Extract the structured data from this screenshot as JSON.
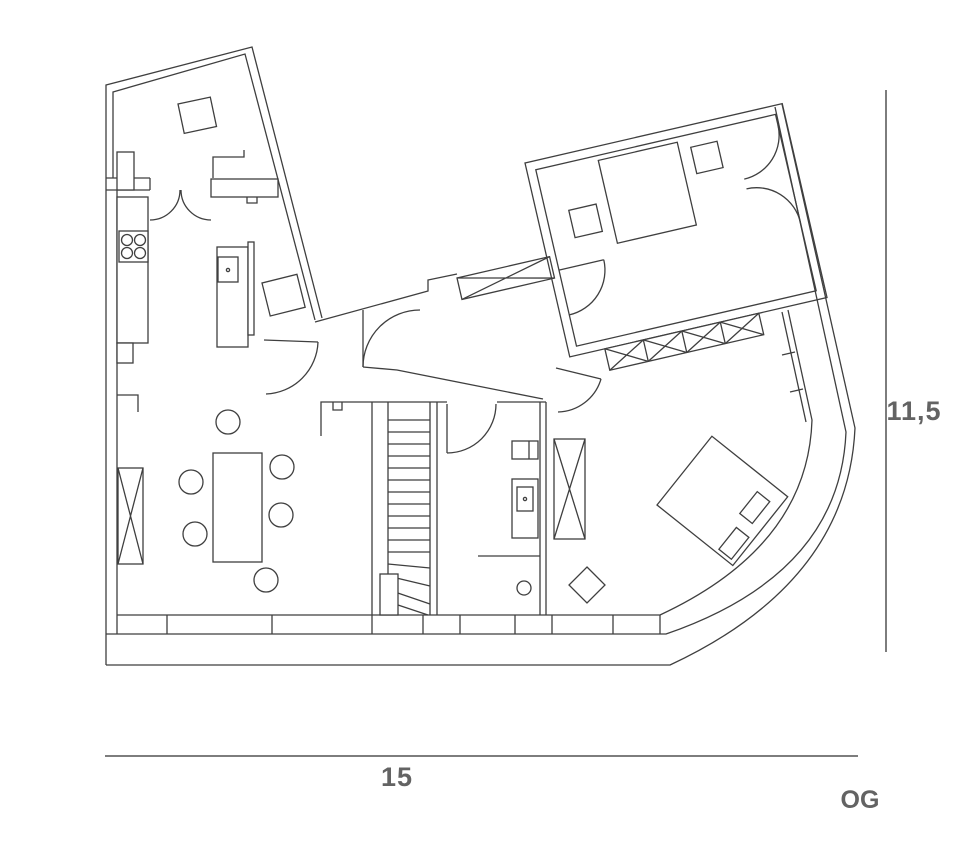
{
  "page": {
    "background": "#ffffff",
    "type": "architectural-floor-plan"
  },
  "drawing": {
    "wall_color": "#3f3f3f",
    "dimension_color": "#7d7d7d",
    "label_color": "#636363"
  },
  "dimensions": {
    "bottom_width_label": "15",
    "right_height_label": "11,5",
    "floor_label": "OG"
  },
  "features": [
    "kitchen-hob",
    "kitchen-counter",
    "kitchen-island-with-sink",
    "dining-table",
    "six-chairs",
    "winder-stairs",
    "bathroom-wc-and-shower",
    "rotated-bedroom-with-bed",
    "corner-bedroom-with-diagonal-bed",
    "wardrobe-hatched",
    "window-hatched-bands",
    "door-swing-arcs",
    "curved-outer-wall"
  ]
}
